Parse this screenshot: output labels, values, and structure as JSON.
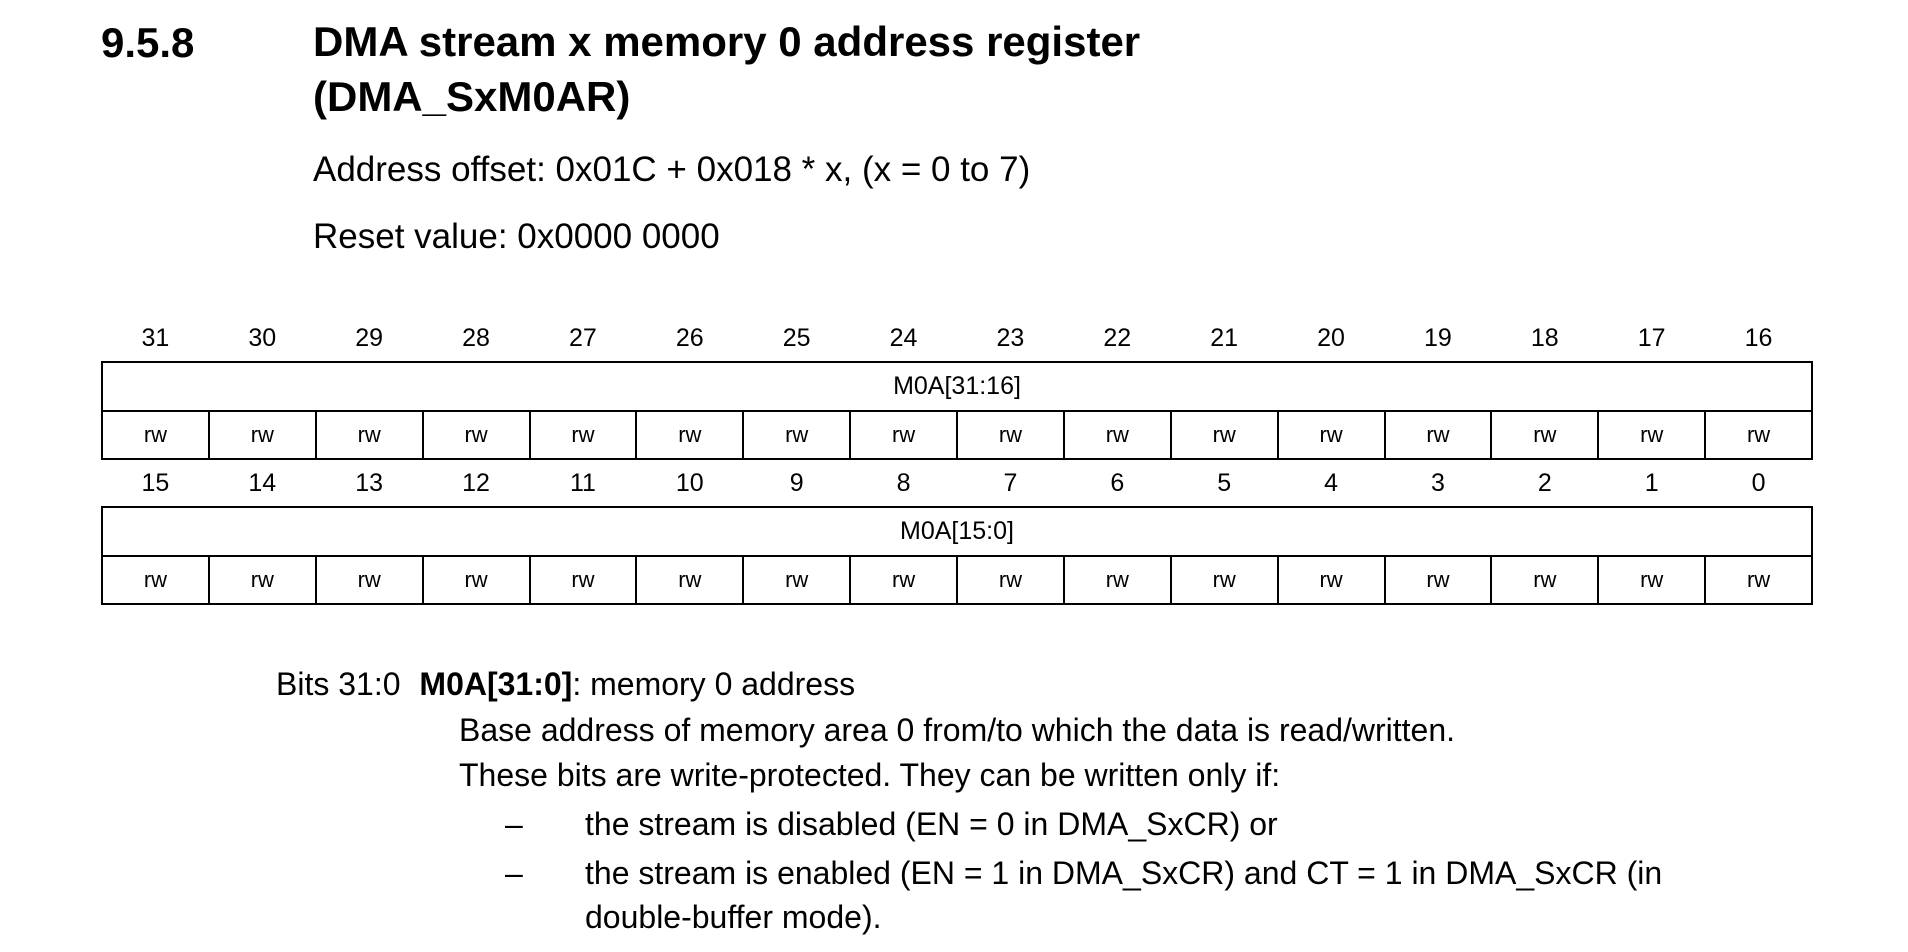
{
  "section": {
    "number": "9.5.8",
    "title_line1": "DMA stream x memory 0 address register",
    "title_line2": "(DMA_SxM0AR)"
  },
  "address_offset": "Address offset: 0x01C + 0x018 * x, (x = 0 to 7)",
  "reset_value": "Reset value: 0x0000 0000",
  "register": {
    "upper": {
      "bits": [
        "31",
        "30",
        "29",
        "28",
        "27",
        "26",
        "25",
        "24",
        "23",
        "22",
        "21",
        "20",
        "19",
        "18",
        "17",
        "16"
      ],
      "field": "M0A[31:16]",
      "access": [
        "rw",
        "rw",
        "rw",
        "rw",
        "rw",
        "rw",
        "rw",
        "rw",
        "rw",
        "rw",
        "rw",
        "rw",
        "rw",
        "rw",
        "rw",
        "rw"
      ]
    },
    "lower": {
      "bits": [
        "15",
        "14",
        "13",
        "12",
        "11",
        "10",
        "9",
        "8",
        "7",
        "6",
        "5",
        "4",
        "3",
        "2",
        "1",
        "0"
      ],
      "field": "M0A[15:0]",
      "access": [
        "rw",
        "rw",
        "rw",
        "rw",
        "rw",
        "rw",
        "rw",
        "rw",
        "rw",
        "rw",
        "rw",
        "rw",
        "rw",
        "rw",
        "rw",
        "rw"
      ]
    }
  },
  "description": {
    "bits_range": "Bits 31:0",
    "field_name": "M0A[31:0]",
    "field_desc": ": memory 0 address",
    "line1": "Base address of memory area 0 from/to which the data is read/written.",
    "line2": "These bits are write-protected. They can be written only if:",
    "bullets": [
      {
        "dash": "–",
        "text": "the stream is disabled (EN = 0 in DMA_SxCR) or"
      },
      {
        "dash": "–",
        "text": "the stream is enabled (EN = 1 in DMA_SxCR) and CT = 1 in DMA_SxCR (in double-buffer mode)."
      }
    ]
  }
}
